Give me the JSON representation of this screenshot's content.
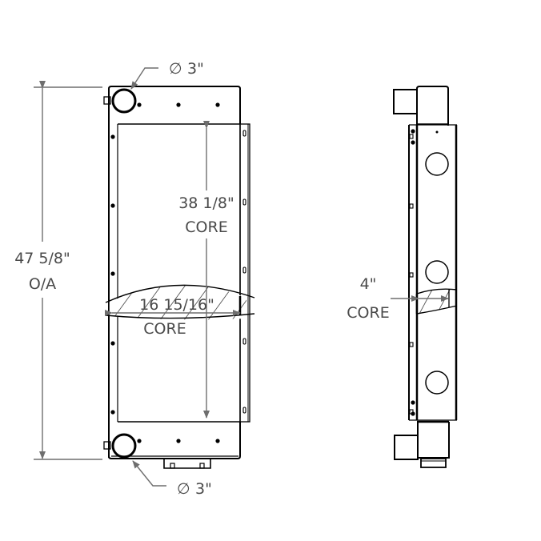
{
  "drawing": {
    "type": "radiator technical drawing",
    "views": [
      "front",
      "side"
    ],
    "colors": {
      "outline": "#000000",
      "dimension_line": "#6e6e6e",
      "dimension_text": "#4a4a4a",
      "background": "#ffffff"
    }
  },
  "front_view": {
    "overall_height": {
      "value": "47 5/8\"",
      "label": "O/A"
    },
    "core_height": {
      "value": "38 1/8\"",
      "label": "CORE"
    },
    "core_width": {
      "value": "16 15/16\"",
      "label": "CORE"
    },
    "top_inlet": {
      "symbol": "∅",
      "value": "3\""
    },
    "bottom_outlet": {
      "symbol": "∅",
      "value": "3\""
    }
  },
  "side_view": {
    "core_depth": {
      "value": "4\"",
      "label": "CORE"
    }
  }
}
